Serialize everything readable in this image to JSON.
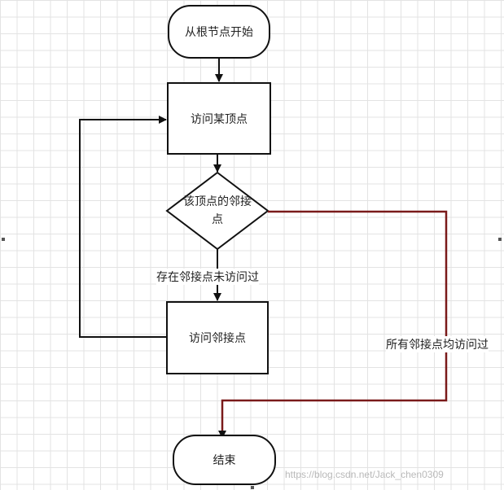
{
  "nodes": {
    "start": "从根节点开始",
    "visit_vertex": "访问某顶点",
    "decision": "该顶点的邻接点",
    "visit_neighbor": "访问邻接点",
    "end": "结束"
  },
  "edges": {
    "unvisited_exists": "存在邻接点未访问过",
    "all_visited": "所有邻接点均访问过"
  },
  "watermark": "https://blog.csdn.net/Jack_chen0309",
  "colors": {
    "stroke": "#111111",
    "highlight_edge": "#7a1a1a",
    "grid": "#e3e3e3"
  }
}
